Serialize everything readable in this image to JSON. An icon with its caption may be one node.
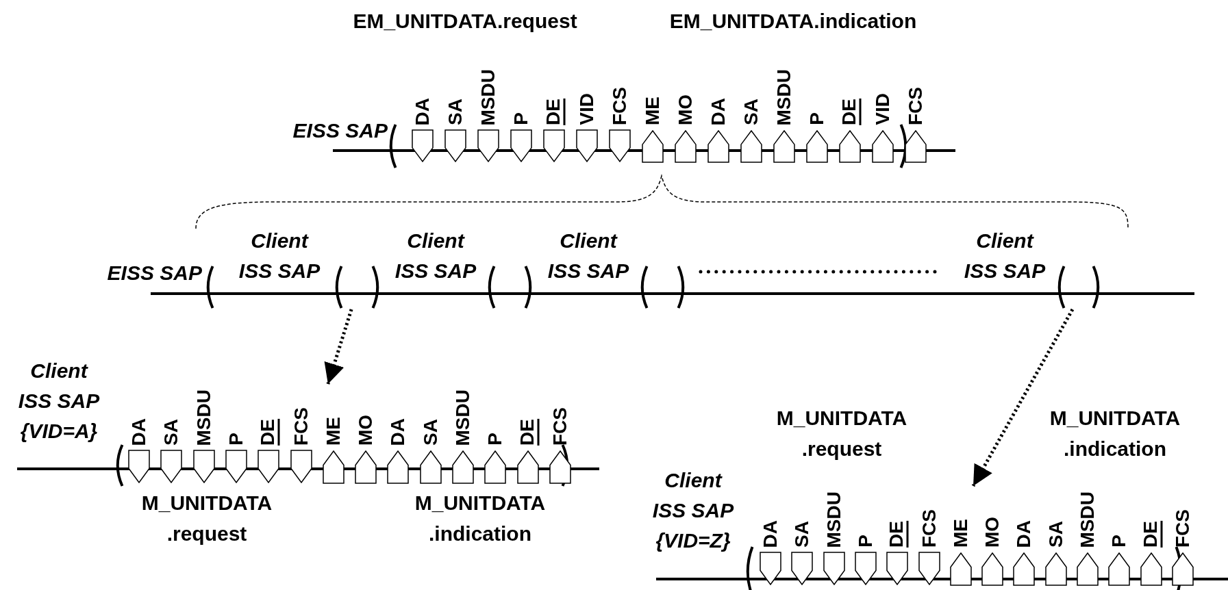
{
  "diagram": {
    "nodes": [
      {
        "text": [],
        "shape": "bar",
        "beside": [
          "EISS SAP"
        ]
      },
      {
        "text": [
          "DA"
        ],
        "in": 0
      },
      {
        "text": [
          "SA"
        ],
        "in": 0
      },
      {
        "text": [
          "MSDU"
        ],
        "in": 0
      },
      {
        "text": [
          "P"
        ],
        "in": 0
      },
      {
        "text": [
          "DE"
        ],
        "in": 0
      },
      {
        "text": [
          "VID"
        ],
        "in": 0
      },
      {
        "text": [
          "FCS"
        ],
        "in": 0
      },
      {
        "text": [
          "ME"
        ],
        "in": 0
      },
      {
        "text": [
          "MO"
        ],
        "in": 0
      },
      {
        "text": [
          "DA"
        ],
        "in": 0
      },
      {
        "text": [
          "SA"
        ],
        "in": 0
      },
      {
        "text": [
          "MSDU"
        ],
        "in": 0
      },
      {
        "text": [
          "P"
        ],
        "in": 0
      },
      {
        "text": [
          "DE"
        ],
        "in": 0
      },
      {
        "text": [
          "VID"
        ],
        "in": 0
      },
      {
        "text": [
          "FCS"
        ],
        "in": 0
      },
      {
        "text": [],
        "shape": "bar",
        "beside": [
          "EISS SAP"
        ]
      },
      {
        "text": [
          "Client ISS SAP"
        ]
      },
      {
        "text": [
          "Client ISS SAP"
        ]
      },
      {
        "text": [
          "Client ISS SAP"
        ]
      },
      {
        "text": [
          "Client ISS SAP"
        ]
      },
      {
        "text": [],
        "shape": "bar",
        "beside": [
          "Client ISS SAP {VID=A}"
        ]
      },
      {
        "text": [
          "DA"
        ],
        "in": 22
      },
      {
        "text": [
          "SA"
        ],
        "in": 22
      },
      {
        "text": [
          "MSDU"
        ],
        "in": 22
      },
      {
        "text": [
          "P"
        ],
        "in": 22
      },
      {
        "text": [
          "DE"
        ],
        "in": 22
      },
      {
        "text": [
          "FCS"
        ],
        "in": 22
      },
      {
        "text": [
          "ME"
        ],
        "in": 22
      },
      {
        "text": [
          "MO"
        ],
        "in": 22
      },
      {
        "text": [
          "DA"
        ],
        "in": 22
      },
      {
        "text": [
          "SA"
        ],
        "in": 22
      },
      {
        "text": [
          "MSDU"
        ],
        "in": 22
      },
      {
        "text": [
          "P"
        ],
        "in": 22
      },
      {
        "text": [
          "DE"
        ],
        "in": 22
      },
      {
        "text": [
          "FCS"
        ],
        "in": 22
      },
      {
        "text": [],
        "shape": "bar",
        "beside": [
          "Client ISS SAP {VID=Z}"
        ]
      },
      {
        "text": [
          "DA"
        ],
        "in": 37
      },
      {
        "text": [
          "SA"
        ],
        "in": 37
      },
      {
        "text": [
          "MSDU"
        ],
        "in": 37
      },
      {
        "text": [
          "P"
        ],
        "in": 37
      },
      {
        "text": [
          "DE"
        ],
        "in": 37
      },
      {
        "text": [
          "FCS"
        ],
        "in": 37
      },
      {
        "text": [
          "ME"
        ],
        "in": 37
      },
      {
        "text": [
          "MO"
        ],
        "in": 37
      },
      {
        "text": [
          "DA"
        ],
        "in": 37
      },
      {
        "text": [
          "SA"
        ],
        "in": 37
      },
      {
        "text": [
          "MSDU"
        ],
        "in": 37
      },
      {
        "text": [
          "P"
        ],
        "in": 37
      },
      {
        "text": [
          "DE"
        ],
        "in": 37
      },
      {
        "text": [
          "FCS"
        ],
        "in": 37
      }
    ],
    "edges": [
      {
        "from": 17,
        "to": 22,
        "arrow": "to",
        "style": "dashed"
      },
      {
        "from": 17,
        "to": 37,
        "arrow": "to",
        "style": "dashed"
      }
    ],
    "labels": [
      "EM_UNITDATA.request",
      "EM_UNITDATA.indication",
      "M_UNITDATA .request",
      "M_UNITDATA .indication",
      "M_UNITDATA .request",
      "M_UNITDATA .indication"
    ]
  }
}
